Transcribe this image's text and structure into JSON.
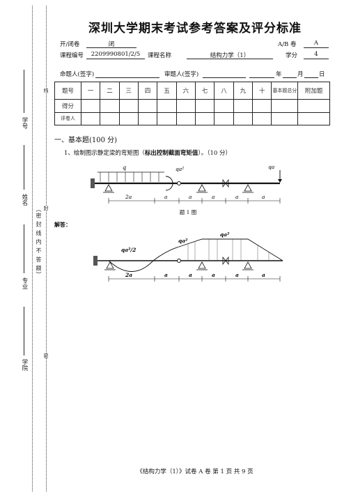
{
  "doc": {
    "title": "深圳大学期末考试参考答案及评分标准",
    "footer": "《结构力学（1）》试卷 A 卷  第 1 页 共 9 页"
  },
  "header": {
    "exam_type_label": "开/闭卷",
    "exam_type_value": "闭",
    "ab_label": "A/B 卷",
    "ab_value": "A",
    "course_code_label": "课程编号",
    "course_code_value": "2209990801/2/5",
    "course_name_label": "课程名称",
    "course_name_value": "结构力学（1）",
    "credit_label": "学分",
    "credit_value": "4",
    "setter_label": "命题人(签字)",
    "reviewer_label": "审题人(签字)",
    "year_label": "年",
    "month_label": "月",
    "day_label": "日"
  },
  "score_table": {
    "head_label": "题号",
    "numbers": [
      "一",
      "二",
      "三",
      "四",
      "五",
      "六",
      "七",
      "八",
      "九",
      "十"
    ],
    "basic_total": "基本题总分",
    "extra": "附加题",
    "score_label": "得分",
    "grader_label": "评卷人"
  },
  "binding": {
    "student_id": "学号",
    "name": "姓名",
    "major": "专业",
    "college": "学院",
    "notice": "（密 封 线 内 不 答 题）",
    "feng": "封",
    "xian": "线",
    "mi": "密"
  },
  "section": {
    "heading": "一、基本题(100 分)"
  },
  "question1": {
    "prefix": "1、绘制图示静定梁的弯矩图（",
    "bold": "标出控制截面弯矩值",
    "suffix": "）。（10 分）",
    "caption": "题 1 图",
    "answer_label": "解答：",
    "loads": {
      "q": "q",
      "moment": "qa²",
      "point": "qa"
    },
    "dims": [
      "2a",
      "a",
      "a",
      "a",
      "a",
      "a"
    ],
    "moment_values": [
      "qa²/2",
      "qa²",
      "qa²"
    ]
  }
}
